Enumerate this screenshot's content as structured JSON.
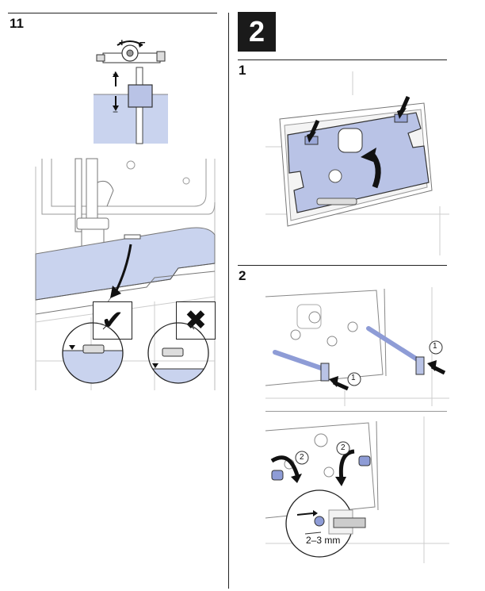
{
  "left_section": {
    "step_number": "11",
    "plus_sign_top": "+",
    "minus_sign_top": "−",
    "plus_sign_side": "+",
    "minus_sign_side": "−",
    "correct_symbol": "✔",
    "wrong_symbol": "✖"
  },
  "right_section": {
    "main_step": "2",
    "substep_1": "1",
    "substep_2": "2",
    "callout_1a": "①",
    "callout_1b": "①",
    "callout_2a": "②",
    "callout_2b": "②",
    "gap_label": "2–3 mm"
  },
  "colors": {
    "part_fill": "#b9c3e6",
    "water_fill": "#c9d3ee",
    "line": "#444444",
    "light_line": "#9a9a9a"
  }
}
